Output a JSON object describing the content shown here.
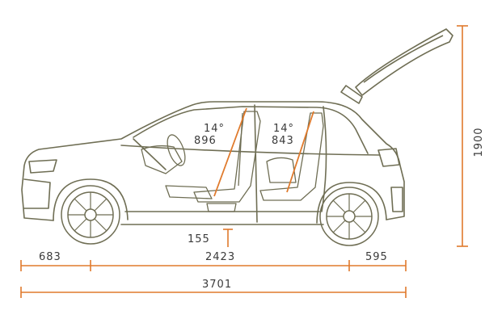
{
  "colors": {
    "outline": "#6f6e54",
    "accent": "#e07a2c",
    "text": "#3a3a3a",
    "background": "#ffffff"
  },
  "dimensions": {
    "front_overhang": "683",
    "wheelbase": "2423",
    "rear_overhang": "595",
    "overall_length": "3701",
    "ground_clearance": "155",
    "height_tailgate_open": "1900"
  },
  "seats": {
    "front": {
      "recline_angle": "14°",
      "legroom": "896"
    },
    "rear": {
      "recline_angle": "14°",
      "legroom": "843"
    }
  }
}
